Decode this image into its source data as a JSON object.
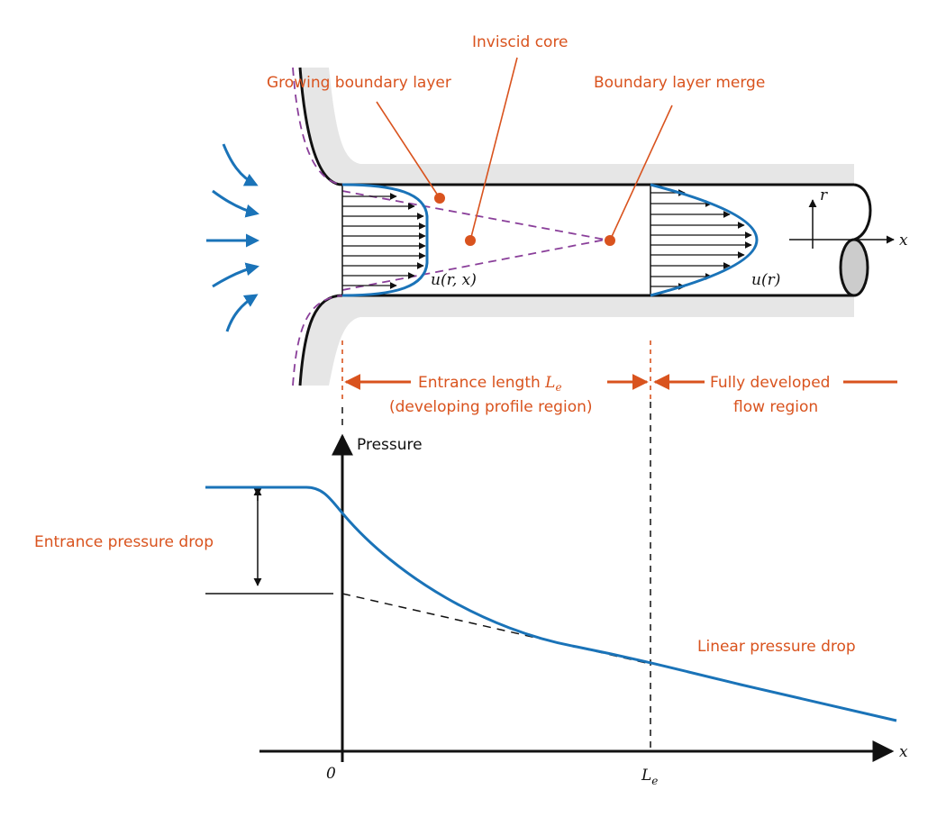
{
  "annotations": {
    "inviscid_core": "Inviscid core",
    "growing_boundary_layer": "Growing boundary layer",
    "boundary_layer_merge": "Boundary layer merge",
    "entrance_length_line1_prefix": "Entrance length ",
    "entrance_length_symbol": "L",
    "entrance_length_subscript": "e",
    "entrance_length_line2": "(developing profile region)",
    "fully_developed_line1": "Fully developed",
    "fully_developed_line2": "flow region",
    "entrance_pressure_drop": "Entrance pressure drop",
    "linear_pressure_drop": "Linear pressure drop"
  },
  "profile_labels": {
    "developing": "u(r, x)",
    "developed": "u(r)"
  },
  "axes": {
    "pipe_r": "r",
    "pipe_x": "x",
    "plot_y": "Pressure",
    "plot_x": "x",
    "origin_tick": "0",
    "le_tick_symbol": "L",
    "le_tick_subscript": "e"
  },
  "colors": {
    "accent_orange": "#d9531e",
    "flow_blue": "#1a73b8",
    "boundary_purple": "#8a3f9a",
    "wall_gray": "#e6e6e6"
  }
}
